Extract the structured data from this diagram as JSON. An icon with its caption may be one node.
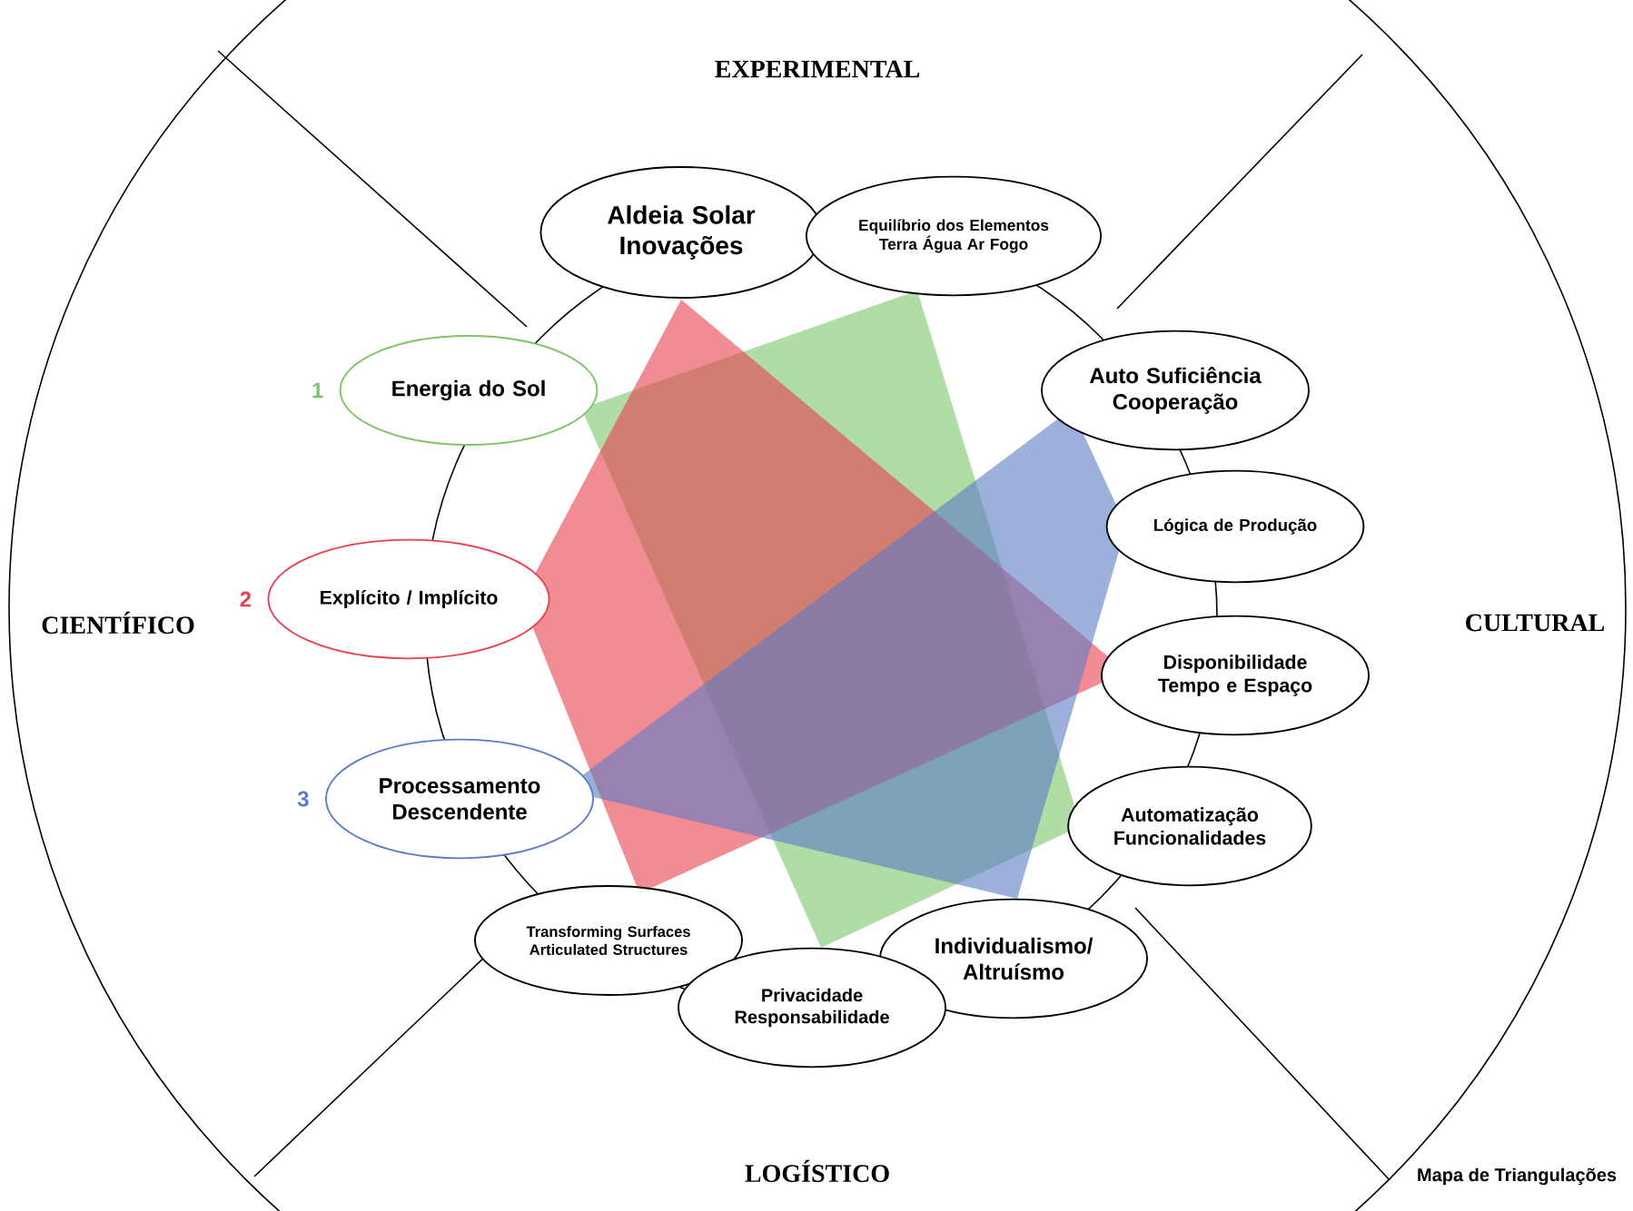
{
  "diagram": {
    "caption": "Mapa de Triangulações",
    "nodes": [
      {
        "text": [
          "Aldeia Solar Inovações"
        ]
      },
      {
        "text": [
          "Equilíbrio dos Elementos Terra Água Ar Fogo"
        ]
      },
      {
        "text": [
          "Energia do Sol"
        ],
        "beside": [
          "1"
        ]
      },
      {
        "text": [
          "Auto Suficiência Cooperação"
        ]
      },
      {
        "text": [
          "Lógica de Produção"
        ]
      },
      {
        "text": [
          "Explícito / Implícito"
        ],
        "beside": [
          "2"
        ]
      },
      {
        "text": [
          "Disponibilidade Tempo e Espaço"
        ]
      },
      {
        "text": [
          "Processamento Descendente"
        ],
        "beside": [
          "3"
        ]
      },
      {
        "text": [
          "Automatização Funcionalidades"
        ]
      },
      {
        "text": [
          "Transforming Surfaces Articulated Structures"
        ]
      },
      {
        "text": [
          "Individualismo/ Altruísmo"
        ]
      },
      {
        "text": [
          "Privacidade Responsabilidade"
        ]
      }
    ],
    "labels": [
      "EXPERIMENTAL",
      "CIENTÍFICO",
      "CULTURAL",
      "LOGÍSTICO"
    ]
  }
}
